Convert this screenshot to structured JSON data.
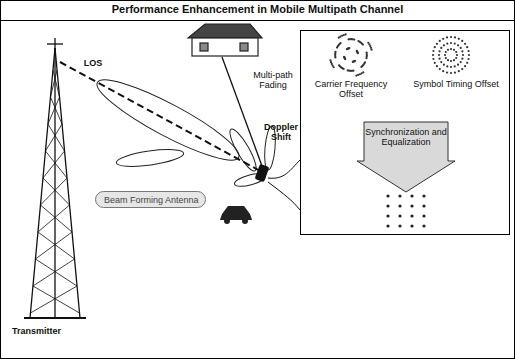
{
  "diagram": {
    "title": "Performance Enhancement in Mobile Multipath Channel",
    "nodes": [
      {
        "text": [
          "Carrier Frequency Offset",
          "Symbol Timing Offset"
        ]
      },
      {
        "text": [
          "Synchronization and Equalization"
        ],
        "in": 0
      },
      {
        "text": [
          "Beam Forming Antenna"
        ]
      }
    ],
    "labels": [
      "LOS",
      "Multi-path Fading",
      "Doppler Shift",
      "Transmitter"
    ]
  }
}
